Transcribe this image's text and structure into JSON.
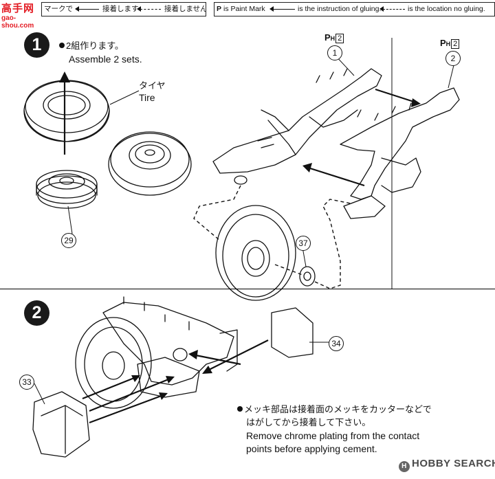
{
  "logo": {
    "main": "高手网",
    "sub": "gao-shou.com"
  },
  "legend_left": {
    "glue_label": "マークで",
    "solid_label": "接着します",
    "dash_label": "接着しません"
  },
  "legend_right": {
    "mark_label": "is Paint Mark",
    "solid_label": "is the instruction of gluing.",
    "dash_label": "is the location no gluing."
  },
  "steps": [
    {
      "number": "1",
      "line_jp": "2組作ります。",
      "line_en": "Assemble 2 sets."
    },
    {
      "number": "2"
    }
  ],
  "tire_label": {
    "jp": "タイヤ",
    "en": "Tire"
  },
  "part_numbers": {
    "p29": "29",
    "p37": "37",
    "p34": "34",
    "p33": "33",
    "p1": "1",
    "p2": "2"
  },
  "paint_marks": [
    {
      "letter": "P",
      "sub": "H",
      "box": "2"
    },
    {
      "letter": "P",
      "sub": "H",
      "box": "2"
    }
  ],
  "note": {
    "jp_line1": "メッキ部品は接着面のメッキをカッターなどで",
    "jp_line2": "はがしてから接着して下さい。",
    "en_line1": "Remove chrome plating from the contact",
    "en_line2": "points before applying cement."
  },
  "watermark": {
    "icon": "H",
    "text": "HOBBY SEARCH"
  }
}
